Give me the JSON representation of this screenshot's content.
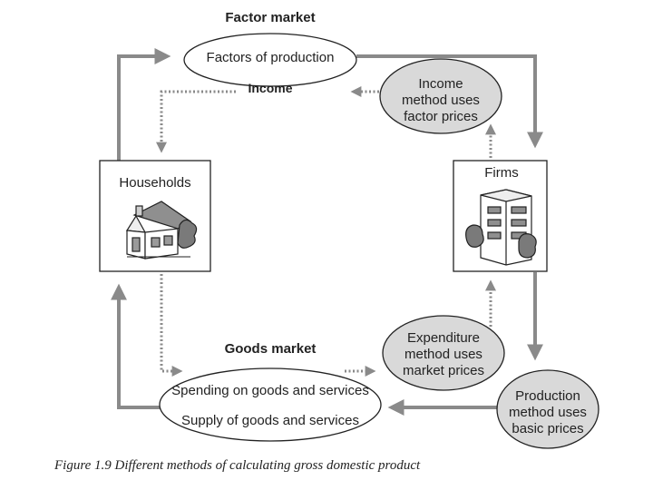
{
  "factor_market": {
    "title": "Factor market",
    "ellipse_label": "Factors of production",
    "income_label": "Income"
  },
  "goods_market": {
    "title": "Goods market",
    "spending_label": "Spending on goods and services",
    "supply_label": "Supply of goods and services"
  },
  "households": {
    "label": "Households",
    "icon": "house-icon"
  },
  "firms": {
    "label": "Firms",
    "icon": "office-building-icon"
  },
  "methods": {
    "income": [
      "Income",
      "method uses",
      "factor prices"
    ],
    "expenditure": [
      "Expenditure",
      "method uses",
      "market prices"
    ],
    "production": [
      "Production",
      "method uses",
      "basic prices"
    ]
  },
  "caption": "Figure 1.9 Different methods of calculating gross domestic product",
  "colors": {
    "arrow": "#8a8a8a",
    "method_fill": "#d9d9d9",
    "stroke": "#222222"
  }
}
